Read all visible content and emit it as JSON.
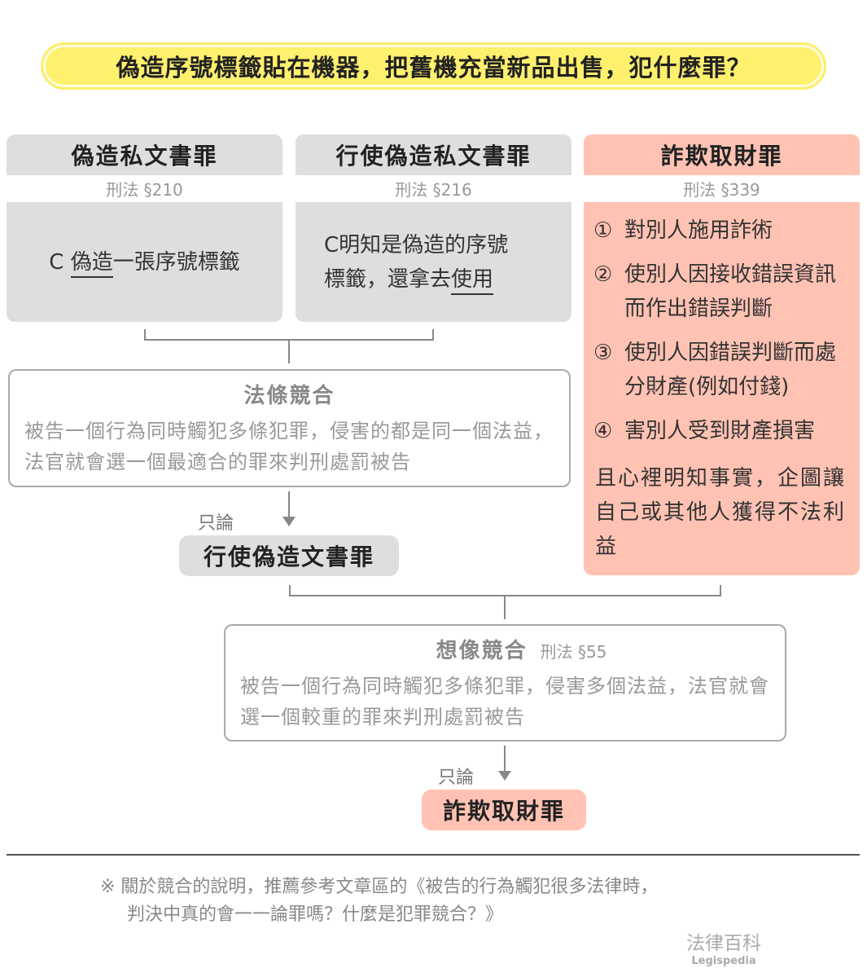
{
  "title": "偽造序號標籤貼在機器，把舊機充當新品出售，犯什麼罪？",
  "columns": [
    {
      "name": "偽造私文書罪",
      "law": "刑法 §210",
      "body_prefix": "C ",
      "body_u": "偽造",
      "body_suffix": "一張序號標籤"
    },
    {
      "name": "行使偽造私文書罪",
      "law": "刑法 §216",
      "body_line1": "C明知是偽造的序號",
      "body_line2_prefix": "標籤，還拿去",
      "body_u": "使用"
    },
    {
      "name": "詐欺取財罪",
      "law": "刑法 §339",
      "items": [
        {
          "num": "①",
          "text": "對別人施用詐術"
        },
        {
          "num": "②",
          "text": "使別人因接收錯誤資訊而作出錯誤判斷"
        },
        {
          "num": "③",
          "text": "使別人因錯誤判斷而處分財產(例如付錢)"
        },
        {
          "num": "④",
          "text": "害別人受到財產損害"
        }
      ],
      "intent": "且心裡明知事實，企圖讓自己或其他人獲得不法利益"
    }
  ],
  "statute_competition": {
    "title": "法條競合",
    "text": "被告一個行為同時觸犯多條犯罪，侵害的都是同一個法益，法官就會選一個最適合的罪來判刑處罰被告",
    "only": "只論",
    "result": "行使偽造文書罪"
  },
  "imaginary_competition": {
    "title": "想像競合",
    "law": "刑法 §55",
    "text": "被告一個行為同時觸犯多條犯罪，侵害多個法益，法官就會選一個較重的罪來判刑處罰被告",
    "only": "只論",
    "result": "詐欺取財罪"
  },
  "footnote": {
    "line1": "※ 關於競合的說明，推薦參考文章區的《被告的行為觸犯很多法律時，",
    "line2": "判決中真的會一一論罪嗎？什麼是犯罪競合？》"
  },
  "logo": {
    "zh": "法律百科",
    "en": "Legispedia"
  }
}
